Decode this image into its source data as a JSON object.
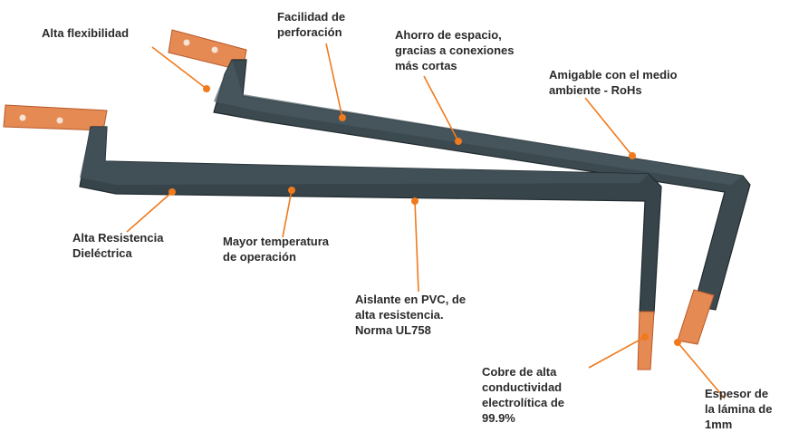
{
  "colors": {
    "busbar_insulation": "#3c4a50",
    "busbar_edge": "#202a2e",
    "copper": "#e68a54",
    "copper_dark": "#b75a2a",
    "leader_line": "#f07a1c",
    "label_text": "#2a2a2a"
  },
  "labels": {
    "alta_flexibilidad": "Alta flexibilidad",
    "facilidad_perforacion": "Facilidad de\nperforación",
    "ahorro_espacio": "Ahorro de espacio,\ngracias a conexiones\nmás cortas",
    "amigable_ambiente": "Amigable con el medio\nambiente - RoHs",
    "alta_resistencia": "Alta Resistencia\nDieléctrica",
    "mayor_temperatura": "Mayor temperatura\nde operación",
    "aislante_pvc": "Aislante en PVC, de\nalta resistencia.\nNorma UL758",
    "cobre_alta": "Cobre de alta\nconductividad\nelectrolítica de\n99.9%",
    "espesor_lamina": "Espesor de\nla lámina de\n1mm"
  }
}
